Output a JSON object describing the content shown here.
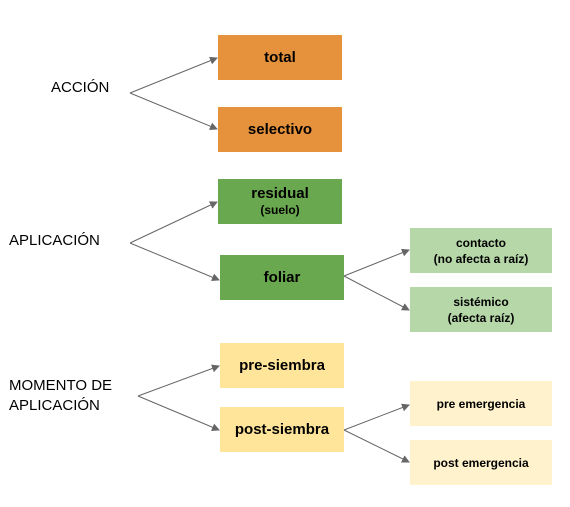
{
  "categories": {
    "accion": "ACCIÓN",
    "aplicacion": "APLICACIÓN",
    "momento": "MOMENTO DE\nAPLICACIÓN"
  },
  "boxes": {
    "total": {
      "label": "total"
    },
    "selectivo": {
      "label": "selectivo"
    },
    "residual": {
      "label": "residual",
      "sub": "(suelo)"
    },
    "foliar": {
      "label": "foliar"
    },
    "contacto": {
      "label": "contacto",
      "sub": "(no afecta a raíz)"
    },
    "sistemico": {
      "label": "sistémico",
      "sub": "(afecta raíz)"
    },
    "presiembra": {
      "label": "pre-siembra"
    },
    "postsiembra": {
      "label": "post-siembra"
    },
    "preemergencia": {
      "label": "pre emergencia"
    },
    "postemergencia": {
      "label": "post emergencia"
    }
  },
  "colors": {
    "accion": "#e6913c",
    "aplicacion": "#6aa84f",
    "aplicacion_sub": "#b6d7a8",
    "momento": "#ffe599",
    "momento_sub": "#fff2cc",
    "arrow": "#666666"
  }
}
